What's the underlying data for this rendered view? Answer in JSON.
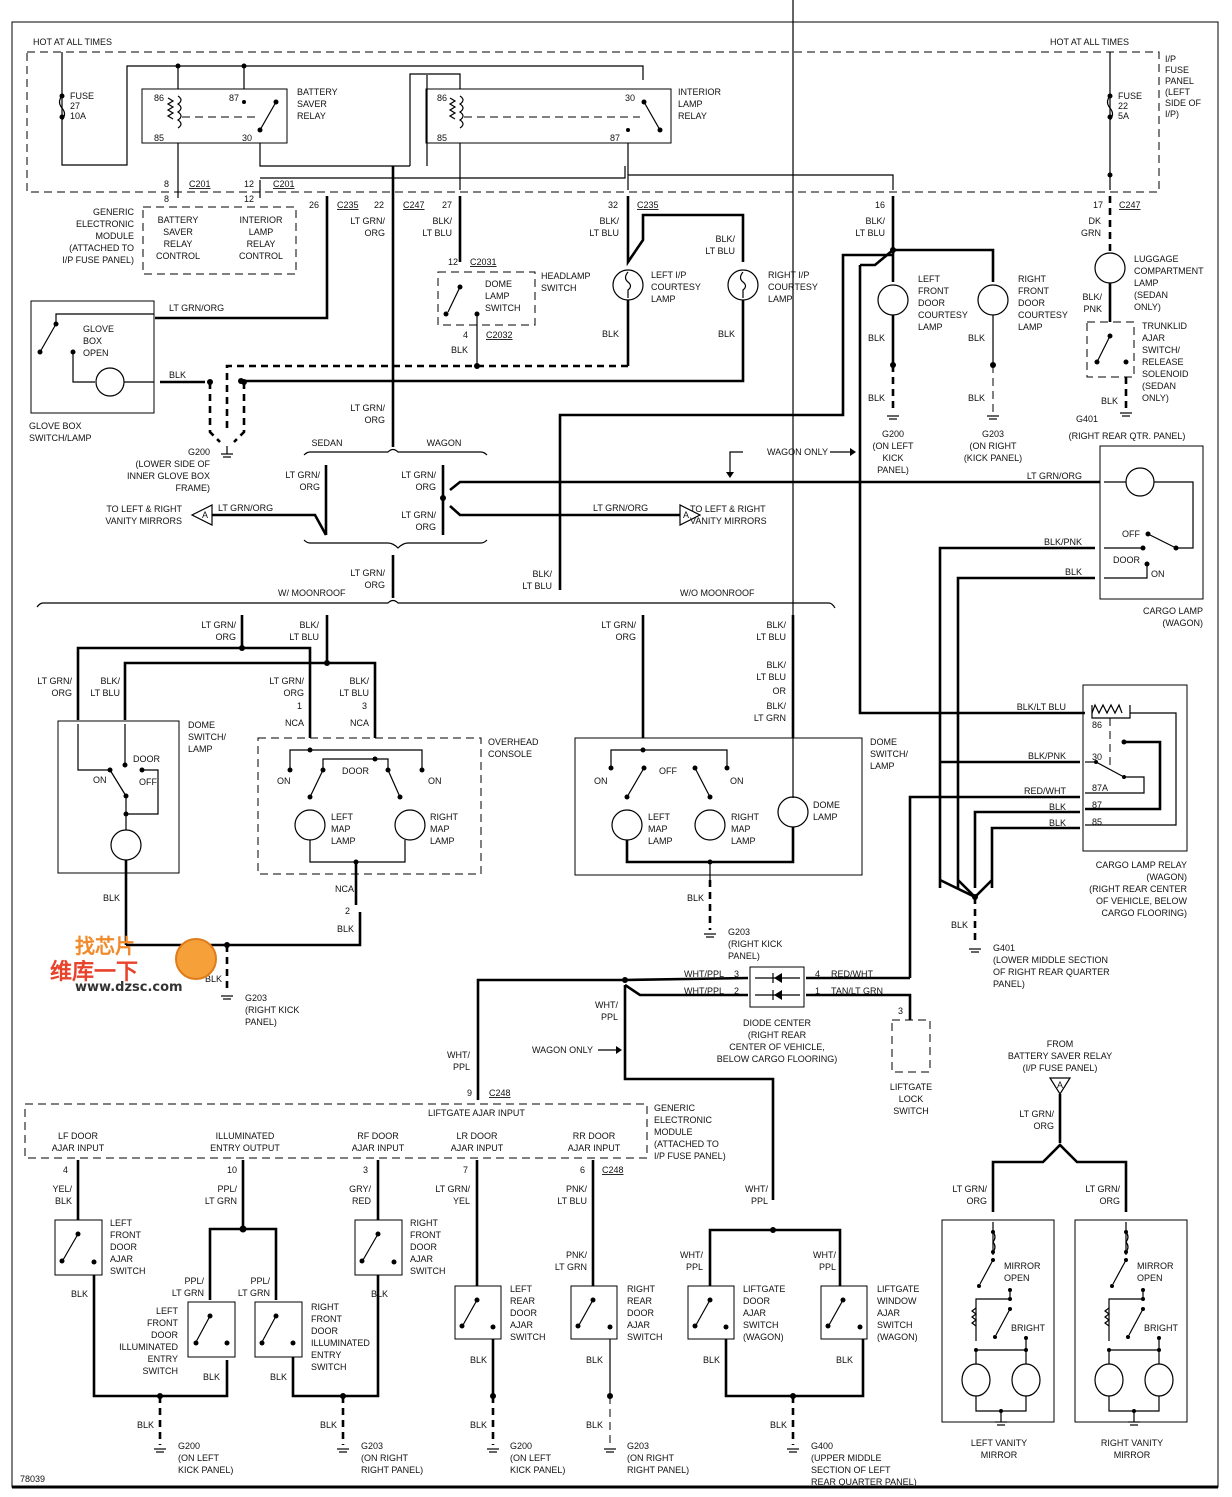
{
  "diagram": {
    "figure_id": "78039",
    "labels": {
      "hot_left": "HOT AT ALL TIMES",
      "hot_right": "HOT AT ALL TIMES",
      "fuse27": [
        "FUSE",
        "27",
        "10A"
      ],
      "fuse22": [
        "FUSE",
        "22",
        "5A"
      ],
      "ip_fuse_panel": [
        "I/P",
        "FUSE",
        "PANEL",
        "(LEFT",
        "SIDE OF",
        "I/P)"
      ],
      "battery_saver_relay": [
        "BATTERY",
        "SAVER",
        "RELAY"
      ],
      "interior_lamp_relay": [
        "INTERIOR",
        "LAMP",
        "RELAY"
      ],
      "relay_pins": {
        "p86": "86",
        "p85": "85",
        "p87": "87",
        "p30": "30"
      },
      "gem_top": [
        "GENERIC",
        "ELECTRONIC",
        "MODULE",
        "(ATTACHED TO",
        "I/P FUSE PANEL)"
      ],
      "gem_top_cells": [
        [
          "BATTERY",
          "SAVER",
          "RELAY",
          "CONTROL"
        ],
        [
          "INTERIOR",
          "LAMP",
          "RELAY",
          "CONTROL"
        ]
      ],
      "connectors": {
        "c201": "C201",
        "c235": "C235",
        "c247": "C247",
        "c2031": "C2031",
        "c2032": "C2032",
        "c248": "C248"
      },
      "pins": {
        "p8": "8",
        "p12": "12",
        "p26": "26",
        "p22": "22",
        "p27": "27",
        "p32": "32",
        "p16": "16",
        "p17": "17",
        "p4": "4",
        "p1": "1",
        "p3": "3",
        "p2": "2",
        "p9": "9",
        "p10": "10",
        "p7": "7",
        "p6": "6"
      },
      "wires": {
        "ltgrn_org": "LT GRN/ORG",
        "ltgrn": "LT GRN/",
        "org": "ORG",
        "blk_slash": "BLK/",
        "lt_blu": "LT BLU",
        "blk": "BLK",
        "dk": "DK",
        "grn": "GRN",
        "pnk": "PNK",
        "blk_pnk": "BLK/PNK",
        "blk_ltblu": "BLK/LT BLU",
        "red_wht": "RED/WHT",
        "wht_ppl": "WHT/PPL",
        "tan_ltgrn": "TAN/LT GRN",
        "wht": "WHT/",
        "ppl": "PPL",
        "or": "OR",
        "lt_grn": "LT GRN",
        "nca": "NCA",
        "yel_blk": [
          "YEL/",
          "BLK"
        ],
        "ppl_ltgrn": [
          "PPL/",
          "LT GRN"
        ],
        "gry_red": [
          "GRY/",
          "RED"
        ],
        "ltgrn_yel": [
          "LT GRN/",
          "YEL"
        ],
        "pnk_ltblu": [
          "PNK/",
          "LT BLU"
        ],
        "pnk_ltgrn": [
          "PNK/",
          "LT GRN"
        ]
      },
      "headlamp_switch": [
        "HEADLAMP",
        "SWITCH"
      ],
      "dome_lamp_switch": [
        "DOME",
        "LAMP",
        "SWITCH"
      ],
      "left_ip_courtesy": [
        "LEFT I/P",
        "COURTESY",
        "LAMP"
      ],
      "right_ip_courtesy": [
        "RIGHT I/P",
        "COURTESY",
        "LAMP"
      ],
      "left_front_door_courtesy": [
        "LEFT",
        "FRONT",
        "DOOR",
        "COURTESY",
        "LAMP"
      ],
      "right_front_door_courtesy": [
        "RIGHT",
        "FRONT",
        "DOOR",
        "COURTESY",
        "LAMP"
      ],
      "luggage_lamp": [
        "LUGGAGE",
        "COMPARTMENT",
        "LAMP",
        "(SEDAN",
        "ONLY)"
      ],
      "trunklid": [
        "TRUNKLID",
        "AJAR",
        "SWITCH/",
        "RELEASE",
        "SOLENOID",
        "(SEDAN",
        "ONLY)"
      ],
      "glove_box": [
        "GLOVE",
        "BOX",
        "OPEN"
      ],
      "glove_box_title": [
        "GLOVE BOX",
        "SWITCH/LAMP"
      ],
      "g200_glove": [
        "G200",
        "(LOWER SIDE OF",
        "INNER GLOVE BOX",
        "FRAME)"
      ],
      "g200_kick": [
        "G200",
        "(ON LEFT",
        "KICK",
        "PANEL)"
      ],
      "g203_kick": [
        "G203",
        "(ON RIGHT",
        "(KICK PANEL)"
      ],
      "g401_qtr": "G401",
      "g401_qtr_loc": "(RIGHT REAR QTR. PANEL)",
      "sedan": "SEDAN",
      "wagon": "WAGON",
      "wagon_only": "WAGON ONLY",
      "to_vanity": [
        "TO LEFT & RIGHT",
        "VANITY MIRRORS"
      ],
      "connector_a": "A",
      "w_moonroof": "W/ MOONROOF",
      "wo_moonroof": "W/O MOONROOF",
      "dome_switch_lamp": [
        "DOME",
        "SWITCH/",
        "LAMP"
      ],
      "overhead_console": [
        "OVERHEAD",
        "CONSOLE"
      ],
      "switch_positions": {
        "on": "ON",
        "off": "OFF",
        "door": "DOOR"
      },
      "left_map_lamp": [
        "LEFT",
        "MAP",
        "LAMP"
      ],
      "right_map_lamp": [
        "RIGHT",
        "MAP",
        "LAMP"
      ],
      "dome_lamp": [
        "DOME",
        "LAMP"
      ],
      "g203_rk": [
        "G203",
        "(RIGHT KICK",
        "PANEL)"
      ],
      "cargo_lamp": [
        "CARGO LAMP",
        "(WAGON)"
      ],
      "cargo_lamp_relay": [
        "CARGO LAMP RELAY",
        "(WAGON)",
        "(RIGHT REAR CENTER",
        "OF VEHICLE, BELOW",
        "CARGO FLOORING)"
      ],
      "cargo_relay_pins": [
        "86",
        "30",
        "87A",
        "87",
        "85"
      ],
      "g401_lower": [
        "G401",
        "(LOWER MIDDLE SECTION",
        "OF RIGHT REAR QUARTER",
        "PANEL)"
      ],
      "diode_center": [
        "DIODE CENTER",
        "(RIGHT REAR",
        "CENTER OF VEHICLE,",
        "BELOW CARGO FLOORING)"
      ],
      "liftgate_lock": [
        "LIFTGATE",
        "LOCK",
        "SWITCH"
      ],
      "gem_bottom_cells": [
        [
          "LF DOOR",
          "AJAR INPUT"
        ],
        [
          "ILLUMINATED",
          "ENTRY OUTPUT"
        ],
        [
          "RF DOOR",
          "AJAR INPUT"
        ],
        [
          "LR DOOR",
          "AJAR INPUT"
        ],
        [
          "RR DOOR",
          "AJAR INPUT"
        ]
      ],
      "liftgate_ajar_input": "LIFTGATE AJAR INPUT",
      "lf_door_ajar": [
        "LEFT",
        "FRONT",
        "DOOR",
        "AJAR",
        "SWITCH"
      ],
      "rf_door_ajar": [
        "RIGHT",
        "FRONT",
        "DOOR",
        "AJAR",
        "SWITCH"
      ],
      "lf_illum": [
        "LEFT",
        "FRONT",
        "DOOR",
        "ILLUMINATED",
        "ENTRY",
        "SWITCH"
      ],
      "rf_illum": [
        "RIGHT",
        "FRONT",
        "DOOR",
        "ILLUMINATED",
        "ENTRY",
        "SWITCH"
      ],
      "lr_door_ajar": [
        "LEFT",
        "REAR",
        "DOOR",
        "AJAR",
        "SWITCH"
      ],
      "rr_door_ajar": [
        "RIGHT",
        "REAR",
        "DOOR",
        "AJAR",
        "SWITCH"
      ],
      "liftgate_door_ajar": [
        "LIFTGATE",
        "DOOR",
        "AJAR",
        "SWITCH",
        "(WAGON)"
      ],
      "liftgate_window_ajar": [
        "LIFTGATE",
        "WINDOW",
        "AJAR",
        "SWITCH",
        "(WAGON)"
      ],
      "g200_bottom": [
        "G200",
        "(ON LEFT",
        "KICK PANEL)"
      ],
      "g203_bottom": [
        "G203",
        "(ON RIGHT",
        "RIGHT PANEL)"
      ],
      "g400": [
        "G400",
        "(UPPER MIDDLE",
        "SECTION OF LEFT",
        "REAR QUARTER PANEL)"
      ],
      "from_bsr": [
        "FROM",
        "BATTERY SAVER RELAY",
        "(I/P FUSE PANEL)"
      ],
      "mirror_open": [
        "MIRROR",
        "OPEN"
      ],
      "bright": "BRIGHT",
      "left_vanity": [
        "LEFT VANITY",
        "MIRROR"
      ],
      "right_vanity": [
        "RIGHT VANITY",
        "MIRROR"
      ]
    },
    "watermark": {
      "line1": "找芯片",
      "line2": "维库一下",
      "url": "www.dzsc.com"
    }
  }
}
